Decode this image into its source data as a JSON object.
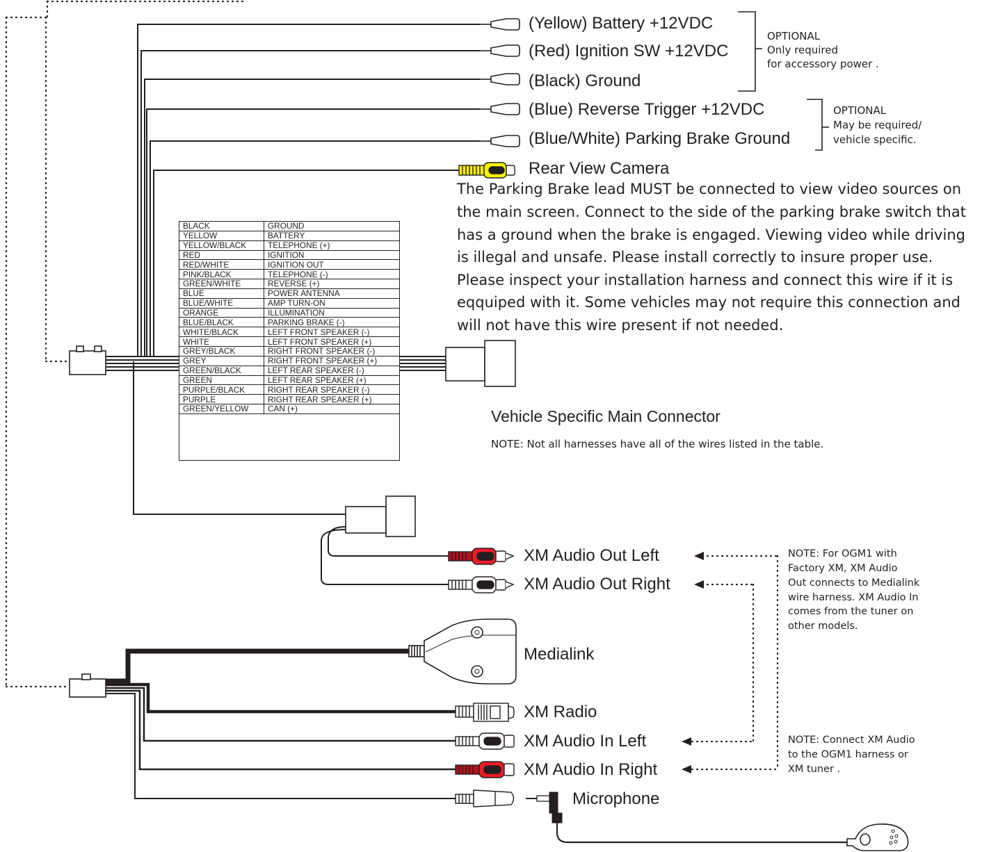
{
  "connections": {
    "battery": "(Yellow) Battery +12VDC",
    "ignition": "(Red) Ignition SW +12VDC",
    "ground": "(Black) Ground",
    "reverse": "(Blue) Reverse Trigger +12VDC",
    "parking_brake": "(Blue/White) Parking Brake Ground",
    "rear_camera": "Rear View Camera"
  },
  "optional_1": {
    "title": "OPTIONAL",
    "line1": "Only required",
    "line2": "for accessory power   ."
  },
  "optional_2": {
    "title": "OPTIONAL",
    "line1": "May be required/",
    "line2": "vehicle specific."
  },
  "parking_note": [
    "The Parking Brake lead MUST be connected to view video sources on",
    "the main screen. Connect to the side of the parking brake switch that",
    "has a ground when the brake is engaged. Viewing video while driving",
    "is illegal and unsafe. Please install correctly to insure proper use.",
    "Please inspect your installation harness and connect this wire if it is",
    "eqquiped with it. Some vehicles may not require this connection and",
    "will not have this wire present if not needed."
  ],
  "wire_table": {
    "rows": [
      [
        "BLACK",
        "GROUND"
      ],
      [
        "YELLOW",
        "BATTERY"
      ],
      [
        "YELLOW/BLACK",
        "TELEPHONE (+)"
      ],
      [
        "RED",
        "IGNITION"
      ],
      [
        "RED/WHITE",
        "IGNITION OUT"
      ],
      [
        "PINK/BLACK",
        "TELEPHONE (-)"
      ],
      [
        "GREEN/WHITE",
        "REVERSE (+)"
      ],
      [
        "BLUE",
        "POWER ANTENNA"
      ],
      [
        "BLUE/WHITE",
        "AMP TURN-ON"
      ],
      [
        "ORANGE",
        "ILLUMINATION"
      ],
      [
        "BLUE/BLACK",
        "PARKING BRAKE (-)"
      ],
      [
        "WHITE/BLACK",
        "LEFT FRONT SPEAKER (-)"
      ],
      [
        "WHITE",
        "LEFT FRONT SPEAKER (+)"
      ],
      [
        "GREY/BLACK",
        "RIGHT FRONT SPEAKER (-)"
      ],
      [
        "GREY",
        "RIGHT FRONT SPEAKER (+)"
      ],
      [
        "GREEN/BLACK",
        "LEFT REAR SPEAKER (-)"
      ],
      [
        "GREEN",
        "LEFT REAR SPEAKER (+)"
      ],
      [
        "PURPLE/BLACK",
        "RIGHT REAR SPEAKER (-)"
      ],
      [
        "PURPLE",
        "RIGHT REAR SPEAKER (+)"
      ],
      [
        "GREEN/YELLOW",
        "CAN (+)"
      ]
    ]
  },
  "main_connector": {
    "title": "Vehicle Specific Main Connector",
    "note": "NOTE: Not all harnesses have all of the wires listed in the table."
  },
  "xm": {
    "audio_out_left": "XM Audio Out Left",
    "audio_out_right": "XM Audio Out Right",
    "medialink": "Medialink",
    "xm_radio": "XM Radio",
    "audio_in_left": "XM Audio In Left",
    "audio_in_right": "XM Audio In Right",
    "microphone": "Microphone"
  },
  "note_ogm1": [
    "NOTE:  For OGM1 with",
    "Factory XM, XM Audio",
    "Out connects to Medialink",
    "wire harness. XM    Audio In",
    "comes from the tuner on",
    "other models."
  ],
  "note_connect": [
    "NOTE: Connect XM  Audio",
    "to the OGM1 harness or",
    "XM tuner ."
  ],
  "colors": {
    "line": "#231f20",
    "yellow": "#fff200",
    "red": "#ed1c24",
    "dark_red": "#b5121b"
  },
  "icons": [
    "rca-plug-icon",
    "spade-terminal-icon",
    "harness-connector-icon",
    "medialink-box-icon",
    "mic-jack-icon",
    "microphone-icon"
  ]
}
